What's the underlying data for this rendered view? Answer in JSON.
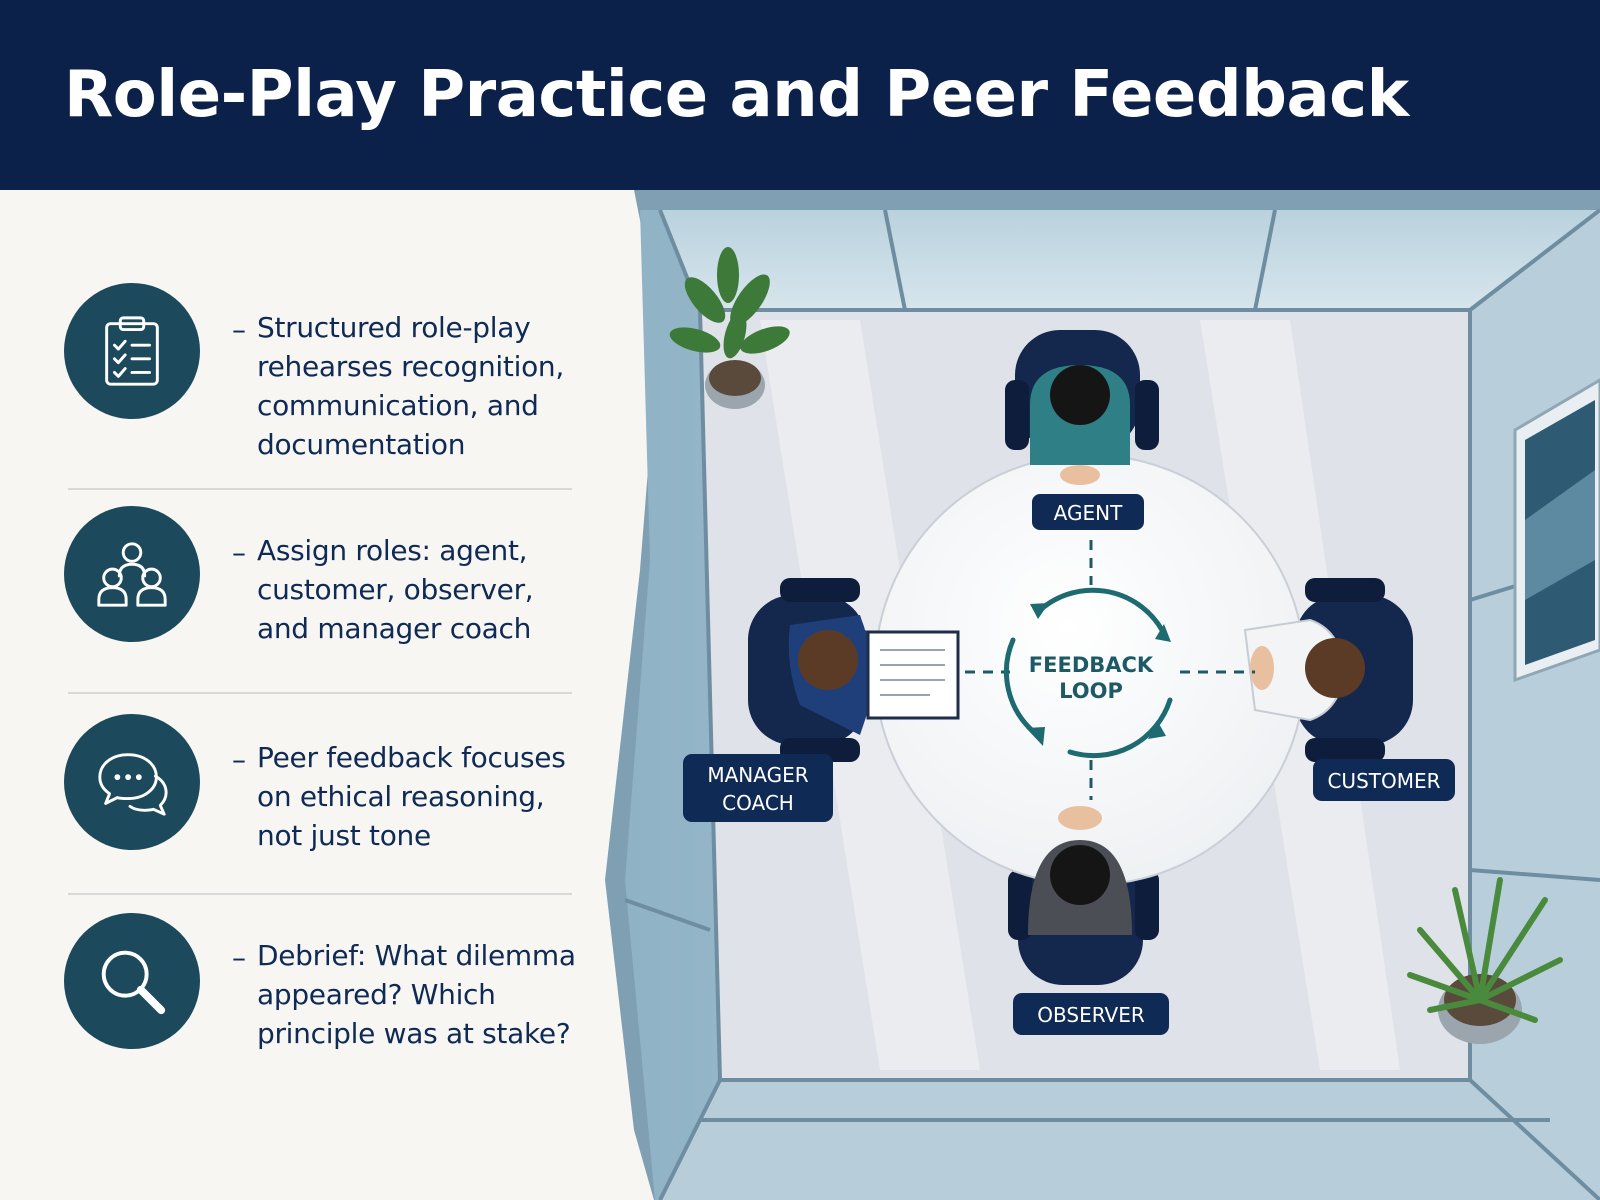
{
  "title": "Role-Play Practice and Peer Feedback",
  "bullets": [
    {
      "icon": "clipboard-checklist-icon",
      "dash": "–",
      "text": "Structured role-play rehearses recognition, communication, and documentation"
    },
    {
      "icon": "group-people-icon",
      "dash": "–",
      "text": "Assign roles: agent, customer, observer, and manager coach"
    },
    {
      "icon": "chat-bubbles-icon",
      "dash": "–",
      "text": "Peer feedback focuses on ethical reasoning, not just tone"
    },
    {
      "icon": "magnifying-glass-icon",
      "dash": "–",
      "text": "Debrief: What dilemma appeared? Which principle was at stake?"
    }
  ],
  "roles": {
    "agent": "AGENT",
    "manager_line1": "MANAGER",
    "manager_line2": "COACH",
    "customer": "CUSTOMER",
    "observer": "OBSERVER"
  },
  "feedback_loop": {
    "line1": "FEEDBACK",
    "line2": "LOOP"
  },
  "colors": {
    "navy": "#0b2149",
    "teal": "#1c4a5c",
    "loop": "#1d6a70",
    "badge": "#0f2a55"
  }
}
